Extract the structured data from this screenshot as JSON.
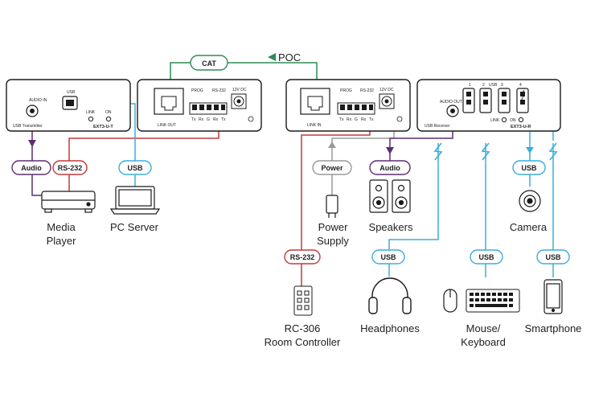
{
  "colors": {
    "outline": "#1a1a1a",
    "cat": "#2e8b57",
    "audio": "#5b2f73",
    "rs232": "#c23a3a",
    "usb": "#3aaedc",
    "power": "#9a9a9a"
  },
  "transmitter": {
    "panel1_audio": "AUDIO IN",
    "panel1_usb": "USB",
    "panel1_name": "USB Transmitter",
    "panel1_link": "LINK",
    "panel1_on": "ON",
    "panel1_model": "EXT3-U-T",
    "panel2_prog": "PROG",
    "panel2_rs232": "RS-232",
    "panel2_dc": "12V DC",
    "panel2_link": "LINK OUT",
    "pins": [
      "Tx",
      "Rx",
      "G",
      "Rx",
      "Tx"
    ]
  },
  "receiver": {
    "panel1_prog": "PROG",
    "panel1_rs232": "RS-232",
    "panel1_dc": "12V DC",
    "panel1_link": "LINK IN",
    "pins": [
      "Tx",
      "Rx",
      "G",
      "Rx",
      "Tx"
    ],
    "panel2_audio": "AUDIO OUT",
    "panel2_name": "USB Receiver",
    "panel2_usb": "USB",
    "panel2_ports": [
      "1",
      "2",
      "3",
      "4"
    ],
    "panel2_link": "LINK",
    "panel2_on": "ON",
    "panel2_model": "EXT3-U-R"
  },
  "links": {
    "cat": "CAT",
    "poc": "POC"
  },
  "tags": {
    "audio_tx": "Audio",
    "rs232_tx": "RS-232",
    "usb_pc": "USB",
    "power": "Power",
    "audio_rx": "Audio",
    "usb_camera": "USB",
    "rs232_rx": "RS-232",
    "usb_headphones": "USB",
    "usb_mouse": "USB",
    "usb_phone": "USB"
  },
  "devices": {
    "media_player": [
      "Media",
      "Player"
    ],
    "pc_server": "PC Server",
    "power_supply": [
      "Power",
      "Supply"
    ],
    "speakers": "Speakers",
    "camera": "Camera",
    "room_controller": [
      "RC-306",
      "Room Controller"
    ],
    "headphones": "Headphones",
    "mouse_keyboard": [
      "Mouse/",
      "Keyboard"
    ],
    "smartphone": "Smartphone"
  }
}
